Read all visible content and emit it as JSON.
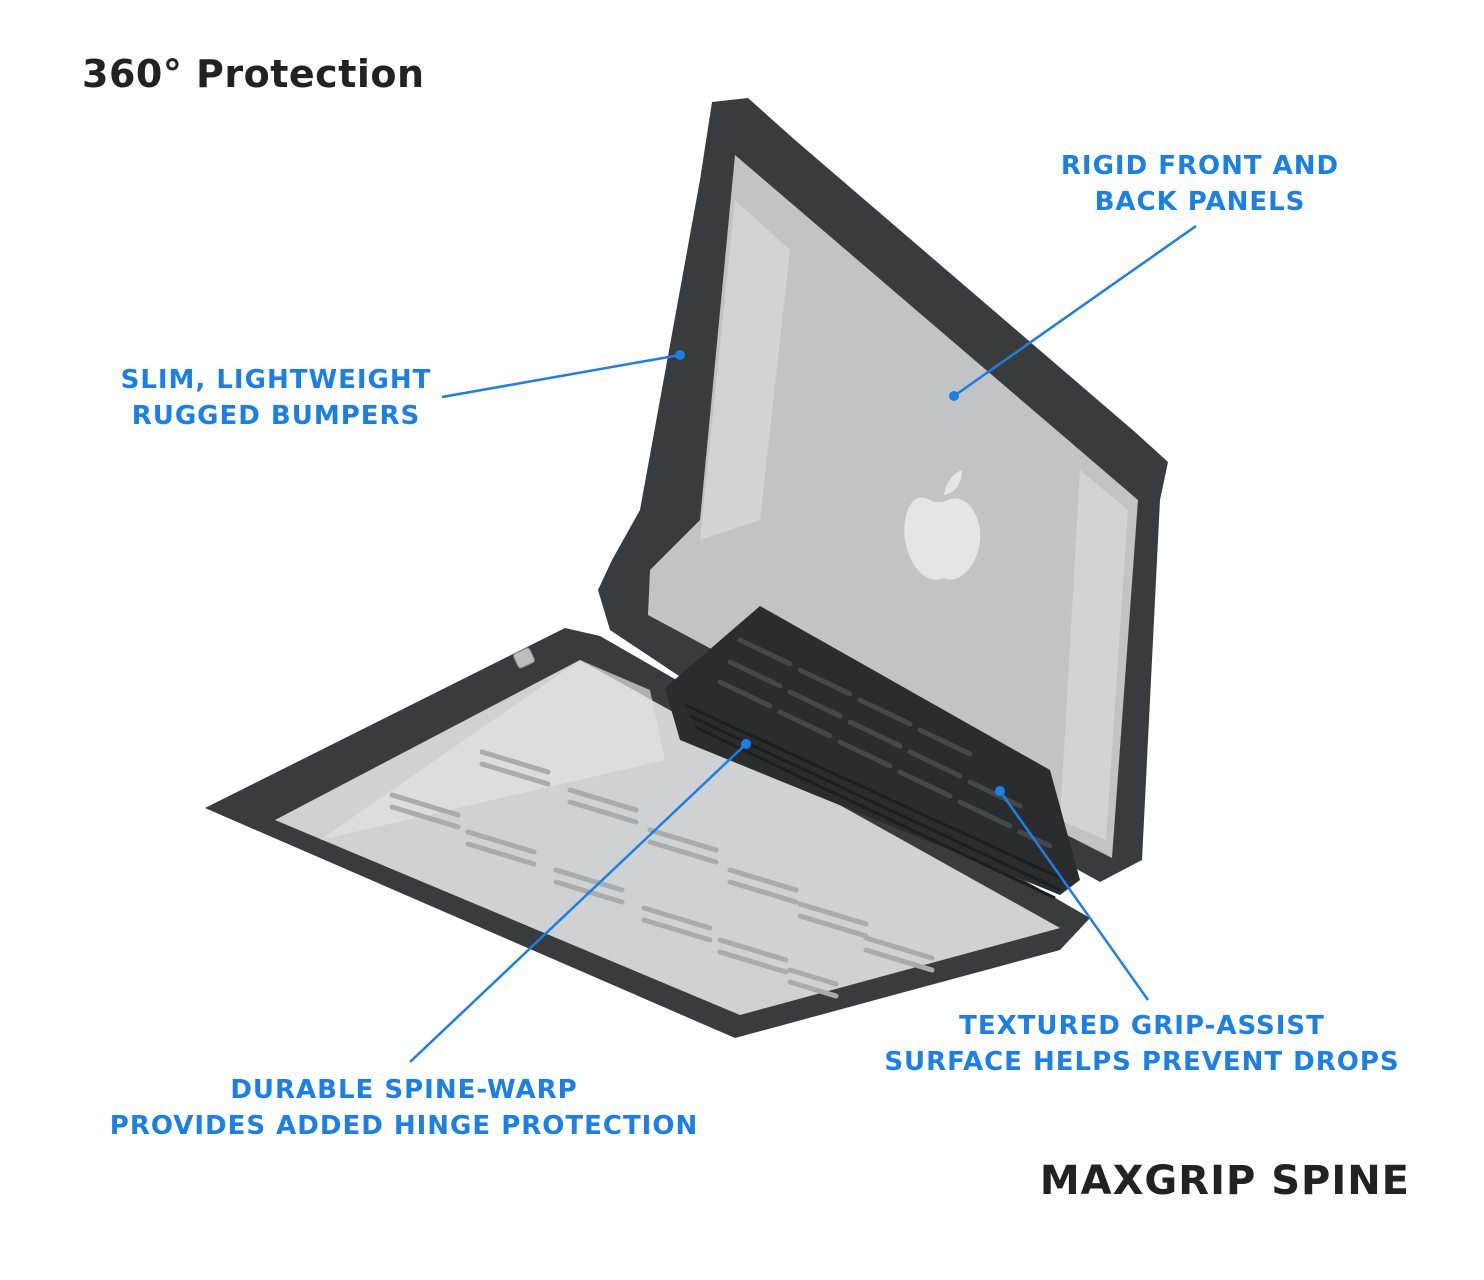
{
  "title": "360° Protection",
  "brand": "MAXGRIP SPINE",
  "colors": {
    "callout": "#1a7fe6",
    "text_dark": "#222222",
    "bumper": "#3a3b3d",
    "panel": "#bfc1c3"
  },
  "callouts": {
    "panels": {
      "line1": "RIGID FRONT AND",
      "line2": "BACK PANELS"
    },
    "bumpers": {
      "line1": "SLIM, LIGHTWEIGHT",
      "line2": "RUGGED BUMPERS"
    },
    "spine": {
      "line1": "DURABLE SPINE-WARP",
      "line2": "PROVIDES ADDED HINGE PROTECTION"
    },
    "grip": {
      "line1": "TEXTURED GRIP-ASSIST",
      "line2": "SURFACE HELPS PREVENT DROPS"
    }
  }
}
